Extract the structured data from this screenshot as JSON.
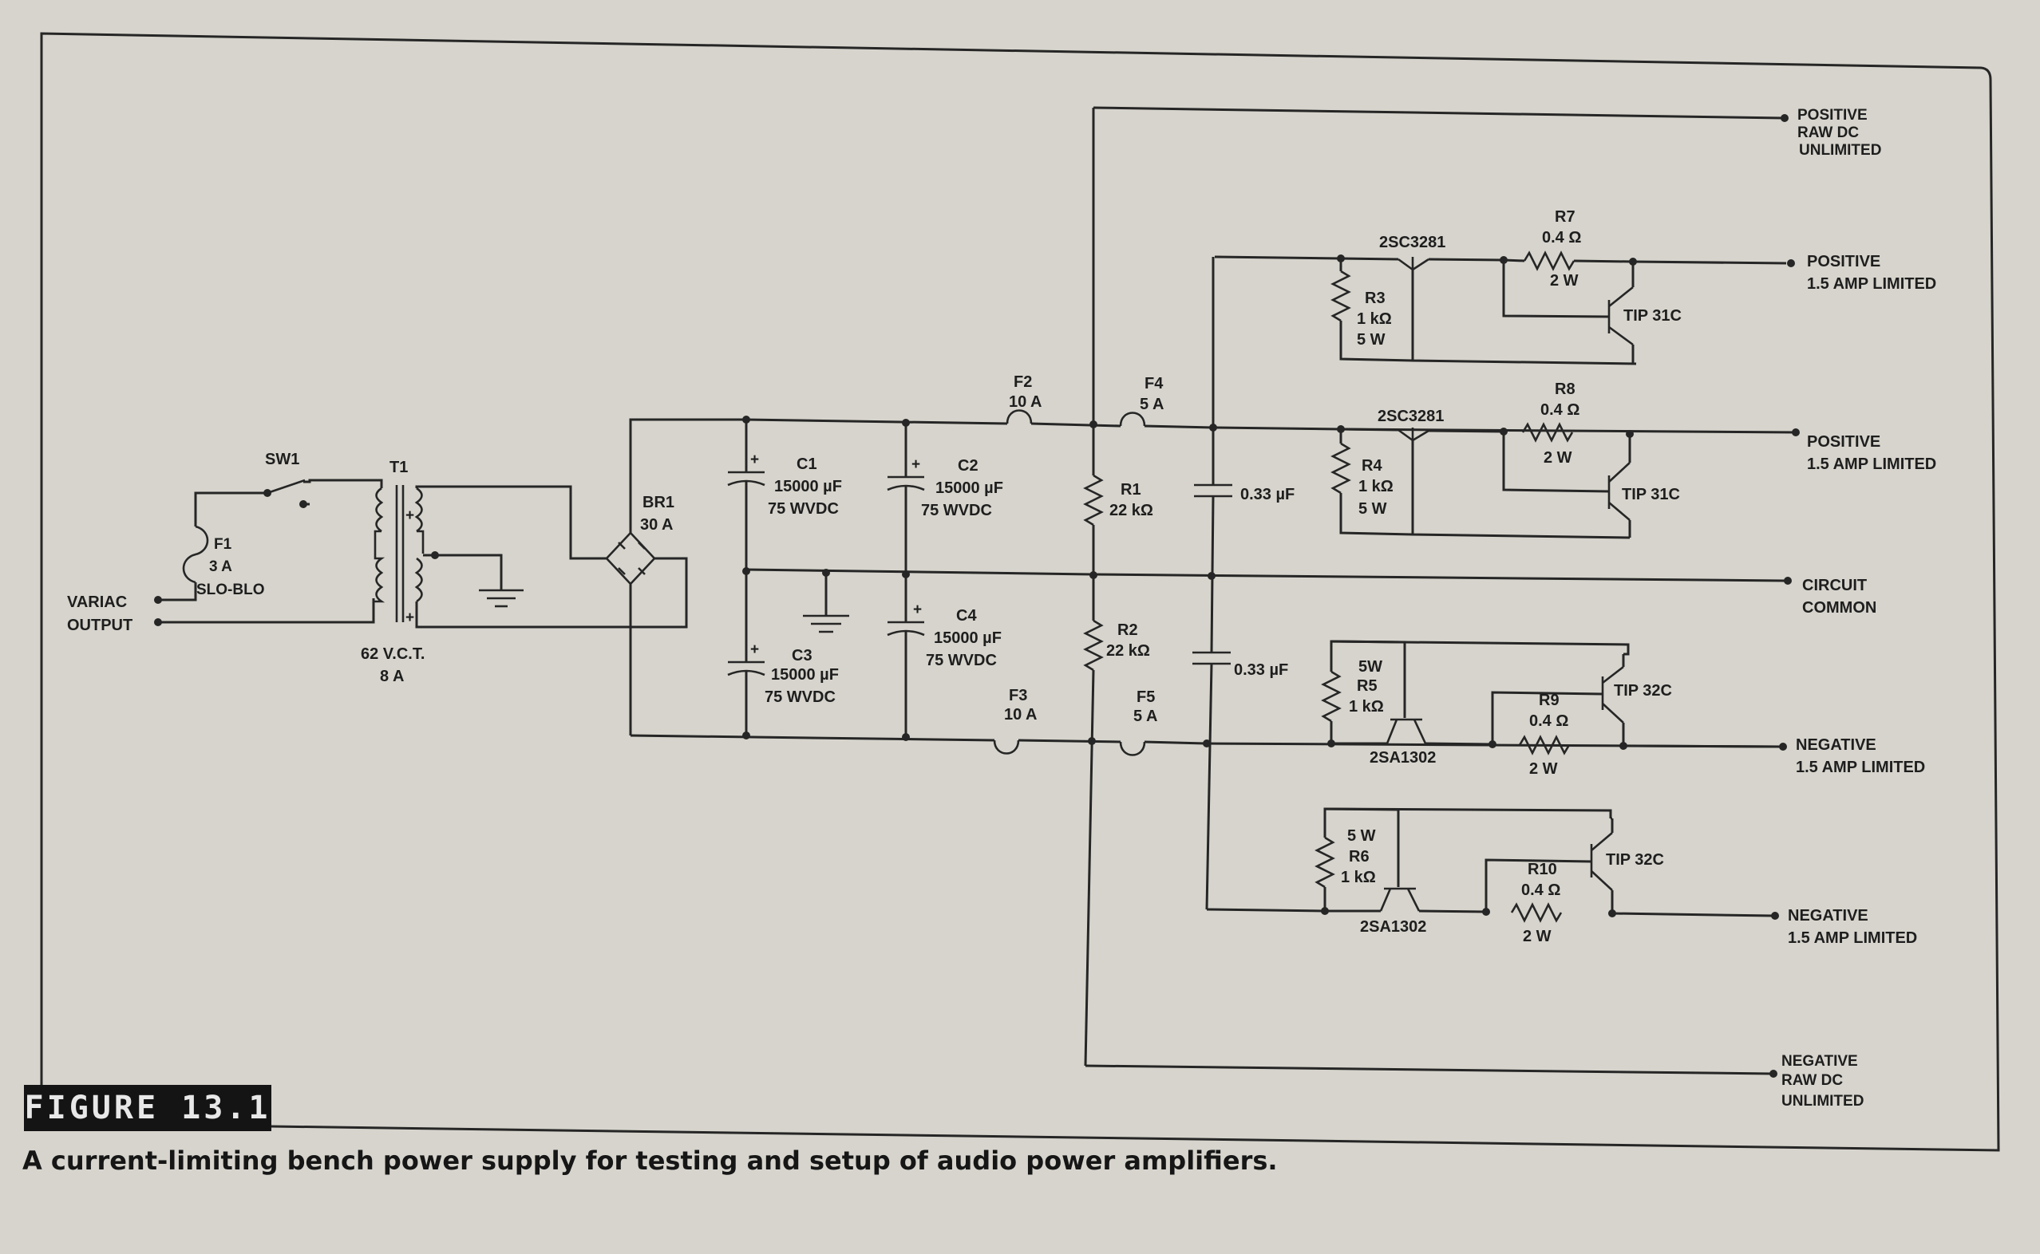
{
  "figure": {
    "number": "FIGURE 13.1",
    "caption": "A current-limiting bench power supply for testing and setup of audio power amplifiers."
  },
  "input": {
    "line1": "VARIAC",
    "line2": "OUTPUT"
  },
  "fuse_f1": {
    "name": "F1",
    "rating": "3 A",
    "type": "SLO-BLO"
  },
  "switch_sw1": {
    "name": "SW1"
  },
  "transformer_t1": {
    "name": "T1",
    "voltage": "62 V.C.T.",
    "current": "8 A"
  },
  "bridge_br1": {
    "name": "BR1",
    "rating": "30 A"
  },
  "caps": {
    "c1": {
      "name": "C1",
      "value": "15000 µF",
      "voltage": "75 WVDC"
    },
    "c2": {
      "name": "C2",
      "value": "15000 µF",
      "voltage": "75 WVDC"
    },
    "c3": {
      "name": "C3",
      "value": "15000 µF",
      "voltage": "75 WVDC"
    },
    "c4": {
      "name": "C4",
      "value": "15000 µF",
      "voltage": "75 WVDC"
    },
    "c_pos": {
      "value": "0.33 µF"
    },
    "c_neg": {
      "value": "0.33 µF"
    }
  },
  "fuses": {
    "f2": {
      "name": "F2",
      "rating": "10 A"
    },
    "f3": {
      "name": "F3",
      "rating": "10 A"
    },
    "f4": {
      "name": "F4",
      "rating": "5 A"
    },
    "f5": {
      "name": "F5",
      "rating": "5 A"
    }
  },
  "bleeders": {
    "r1": {
      "name": "R1",
      "value": "22 kΩ"
    },
    "r2": {
      "name": "R2",
      "value": "22 kΩ"
    }
  },
  "limiters": {
    "pos1": {
      "driver": "2SC3281",
      "rb_name": "R3",
      "rb_value": "1 kΩ",
      "rb_power": "5 W",
      "rs_name": "R7",
      "rs_value": "0.4 Ω",
      "rs_power": "2 W",
      "sense": "TIP 31C"
    },
    "pos2": {
      "driver": "2SC3281",
      "rb_name": "R4",
      "rb_value": "1 kΩ",
      "rb_power": "5 W",
      "rs_name": "R8",
      "rs_value": "0.4 Ω",
      "rs_power": "2 W",
      "sense": "TIP 31C"
    },
    "neg1": {
      "driver": "2SA1302",
      "rb_name": "R5",
      "rb_value": "1 kΩ",
      "rb_power": "5W",
      "rs_name": "R9",
      "rs_value": "0.4 Ω",
      "rs_power": "2 W",
      "sense": "TIP 32C"
    },
    "neg2": {
      "driver": "2SA1302",
      "rb_name": "R6",
      "rb_value": "1 kΩ",
      "rb_power": "5 W",
      "rs_name": "R10",
      "rs_value": "0.4 Ω",
      "rs_power": "2 W",
      "sense": "TIP 32C"
    }
  },
  "outputs": {
    "pos_raw": [
      "POSITIVE",
      "RAW DC",
      "UNLIMITED"
    ],
    "pos1": [
      "POSITIVE",
      "1.5 AMP LIMITED"
    ],
    "pos2": [
      "POSITIVE",
      "1.5 AMP LIMITED"
    ],
    "common": [
      "CIRCUIT",
      "COMMON"
    ],
    "neg1": [
      "NEGATIVE",
      "1.5 AMP LIMITED"
    ],
    "neg2": [
      "NEGATIVE",
      "1.5 AMP LIMITED"
    ],
    "neg_raw": [
      "NEGATIVE",
      "RAW DC",
      "UNLIMITED"
    ]
  },
  "colors": {
    "paper": "#d6d4cc",
    "ink": "#262626",
    "badge": "#141414"
  }
}
